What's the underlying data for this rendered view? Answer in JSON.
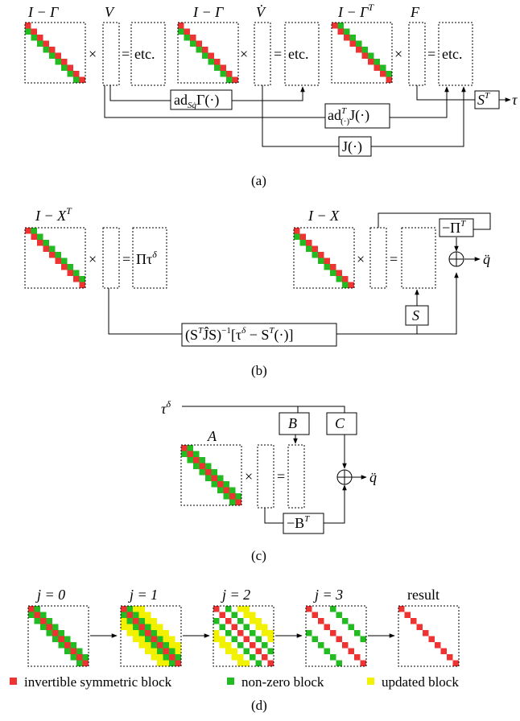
{
  "colors": {
    "red": "#ee3333",
    "green": "#22bb22",
    "yellow": "#f2f200",
    "black": "#000000"
  },
  "panel_a": {
    "caption": "(a)",
    "m1_label": "I − Γ",
    "v1_label": "V",
    "m2_label": "I − Γ",
    "v2_label": "V̇",
    "m3_label": "I − Γ",
    "m3_label_sup": "T",
    "v3_label": "F",
    "times": "×",
    "equals": "=",
    "result_label": "etc.",
    "op1": "ad",
    "op1_sub": "Sq̇",
    "op1_rest": "Γ(·)",
    "op2": "ad",
    "op2_sup": "T",
    "op2_sub": "(·)",
    "op2_rest": "J(·)",
    "op3": "J(·)",
    "st_box": "S",
    "st_sup": "T",
    "tau": "τ"
  },
  "panel_b": {
    "caption": "(b)",
    "m1_label": "I − X",
    "m1_label_sup": "T",
    "m2_label": "I − X",
    "times": "×",
    "equals": "=",
    "pi_tau": "Πτ",
    "pi_tau_sup": "δ",
    "neg_pi": "−Π",
    "neg_pi_sup": "T",
    "s_box": "S",
    "formula": "(S^T Ĵ S)^{-1}[τ^δ − S^T(·)]",
    "f_a": "(S",
    "f_sup1": "T",
    "f_b": "ĴS)",
    "f_sup2": "−1",
    "f_c": "[τ",
    "f_sup3": "δ",
    "f_d": " − S",
    "f_sup4": "T",
    "f_e": "(·)]",
    "out": "q̈"
  },
  "panel_c": {
    "caption": "(c)",
    "tau": "τ",
    "tau_sup": "δ",
    "a_label": "A",
    "b_box": "B",
    "c_box": "C",
    "times": "×",
    "equals": "=",
    "neg_b": "−B",
    "neg_b_sup": "T",
    "out": "q̈"
  },
  "panel_d": {
    "caption": "(d)",
    "steps": [
      "j = 0",
      "j = 1",
      "j = 2",
      "j = 3",
      "result"
    ],
    "legend": [
      {
        "color": "#ee3333",
        "label": "invertible symmetric block"
      },
      {
        "color": "#22bb22",
        "label": "non-zero block"
      },
      {
        "color": "#f2f200",
        "label": "updated block"
      }
    ]
  }
}
